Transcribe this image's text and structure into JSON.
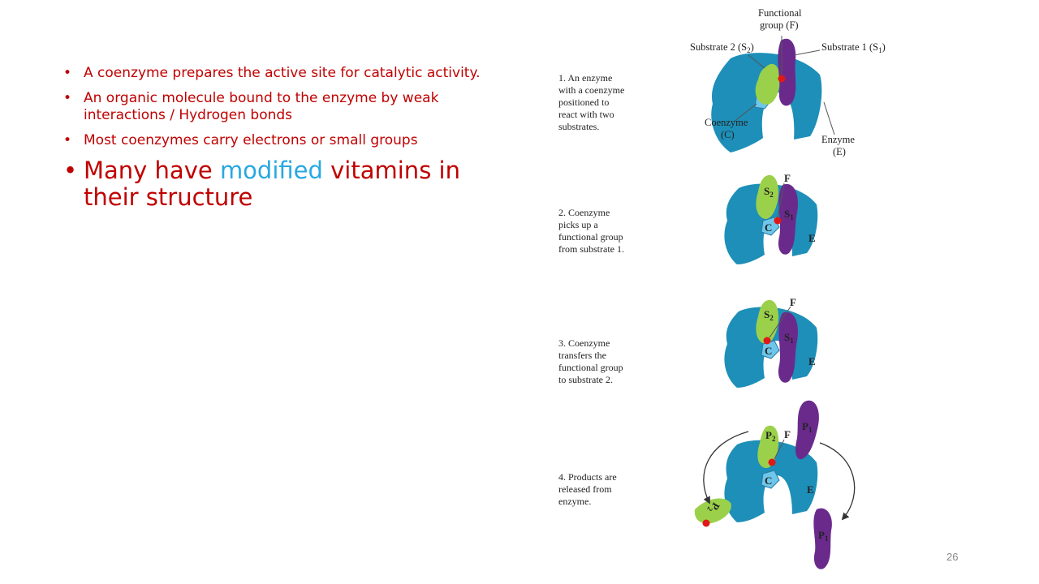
{
  "slide": {
    "bullets": [
      "A coenzyme prepares the active site for catalytic activity.",
      "An organic molecule bound to the enzyme by weak interactions / Hydrogen bonds",
      "Most coenzymes carry electrons or small groups"
    ],
    "big_bullet": {
      "part1": "Many have ",
      "highlight": "modified",
      "part2": " vitamins in their structure"
    },
    "page_number": "26"
  },
  "figure": {
    "labels": {
      "functional_group_1": "Functional",
      "functional_group_2": "group (F)",
      "substrate2": "Substrate 2 (S",
      "substrate2_sub": "2",
      "substrate1": "Substrate 1 (S",
      "substrate1_sub": "1",
      "close_paren": ")",
      "coenzyme_1": "Coenzyme",
      "coenzyme_2": "(C)",
      "enzyme_1": "Enzyme",
      "enzyme_2": "(E)"
    },
    "tags": {
      "F": "F",
      "S": "S",
      "P": "P",
      "C": "C",
      "E": "E",
      "sub1": "1",
      "sub2": "2"
    },
    "steps": [
      [
        "1. An enzyme",
        "with a coenzyme",
        "positioned to",
        "react with two",
        "substrates."
      ],
      [
        "2. Coenzyme",
        "picks up a",
        "functional group",
        "from substrate 1."
      ],
      [
        "3. Coenzyme",
        "transfers the",
        "functional group",
        "to substrate 2."
      ],
      [
        "4. Products are",
        "released from",
        "enzyme."
      ]
    ],
    "colors": {
      "enzyme": "#1d8fb8",
      "coenzyme": "#6ec6ea",
      "substrate1": "#6a2a8c",
      "substrate2": "#9bd14a",
      "functional_group": "#e01818"
    }
  }
}
